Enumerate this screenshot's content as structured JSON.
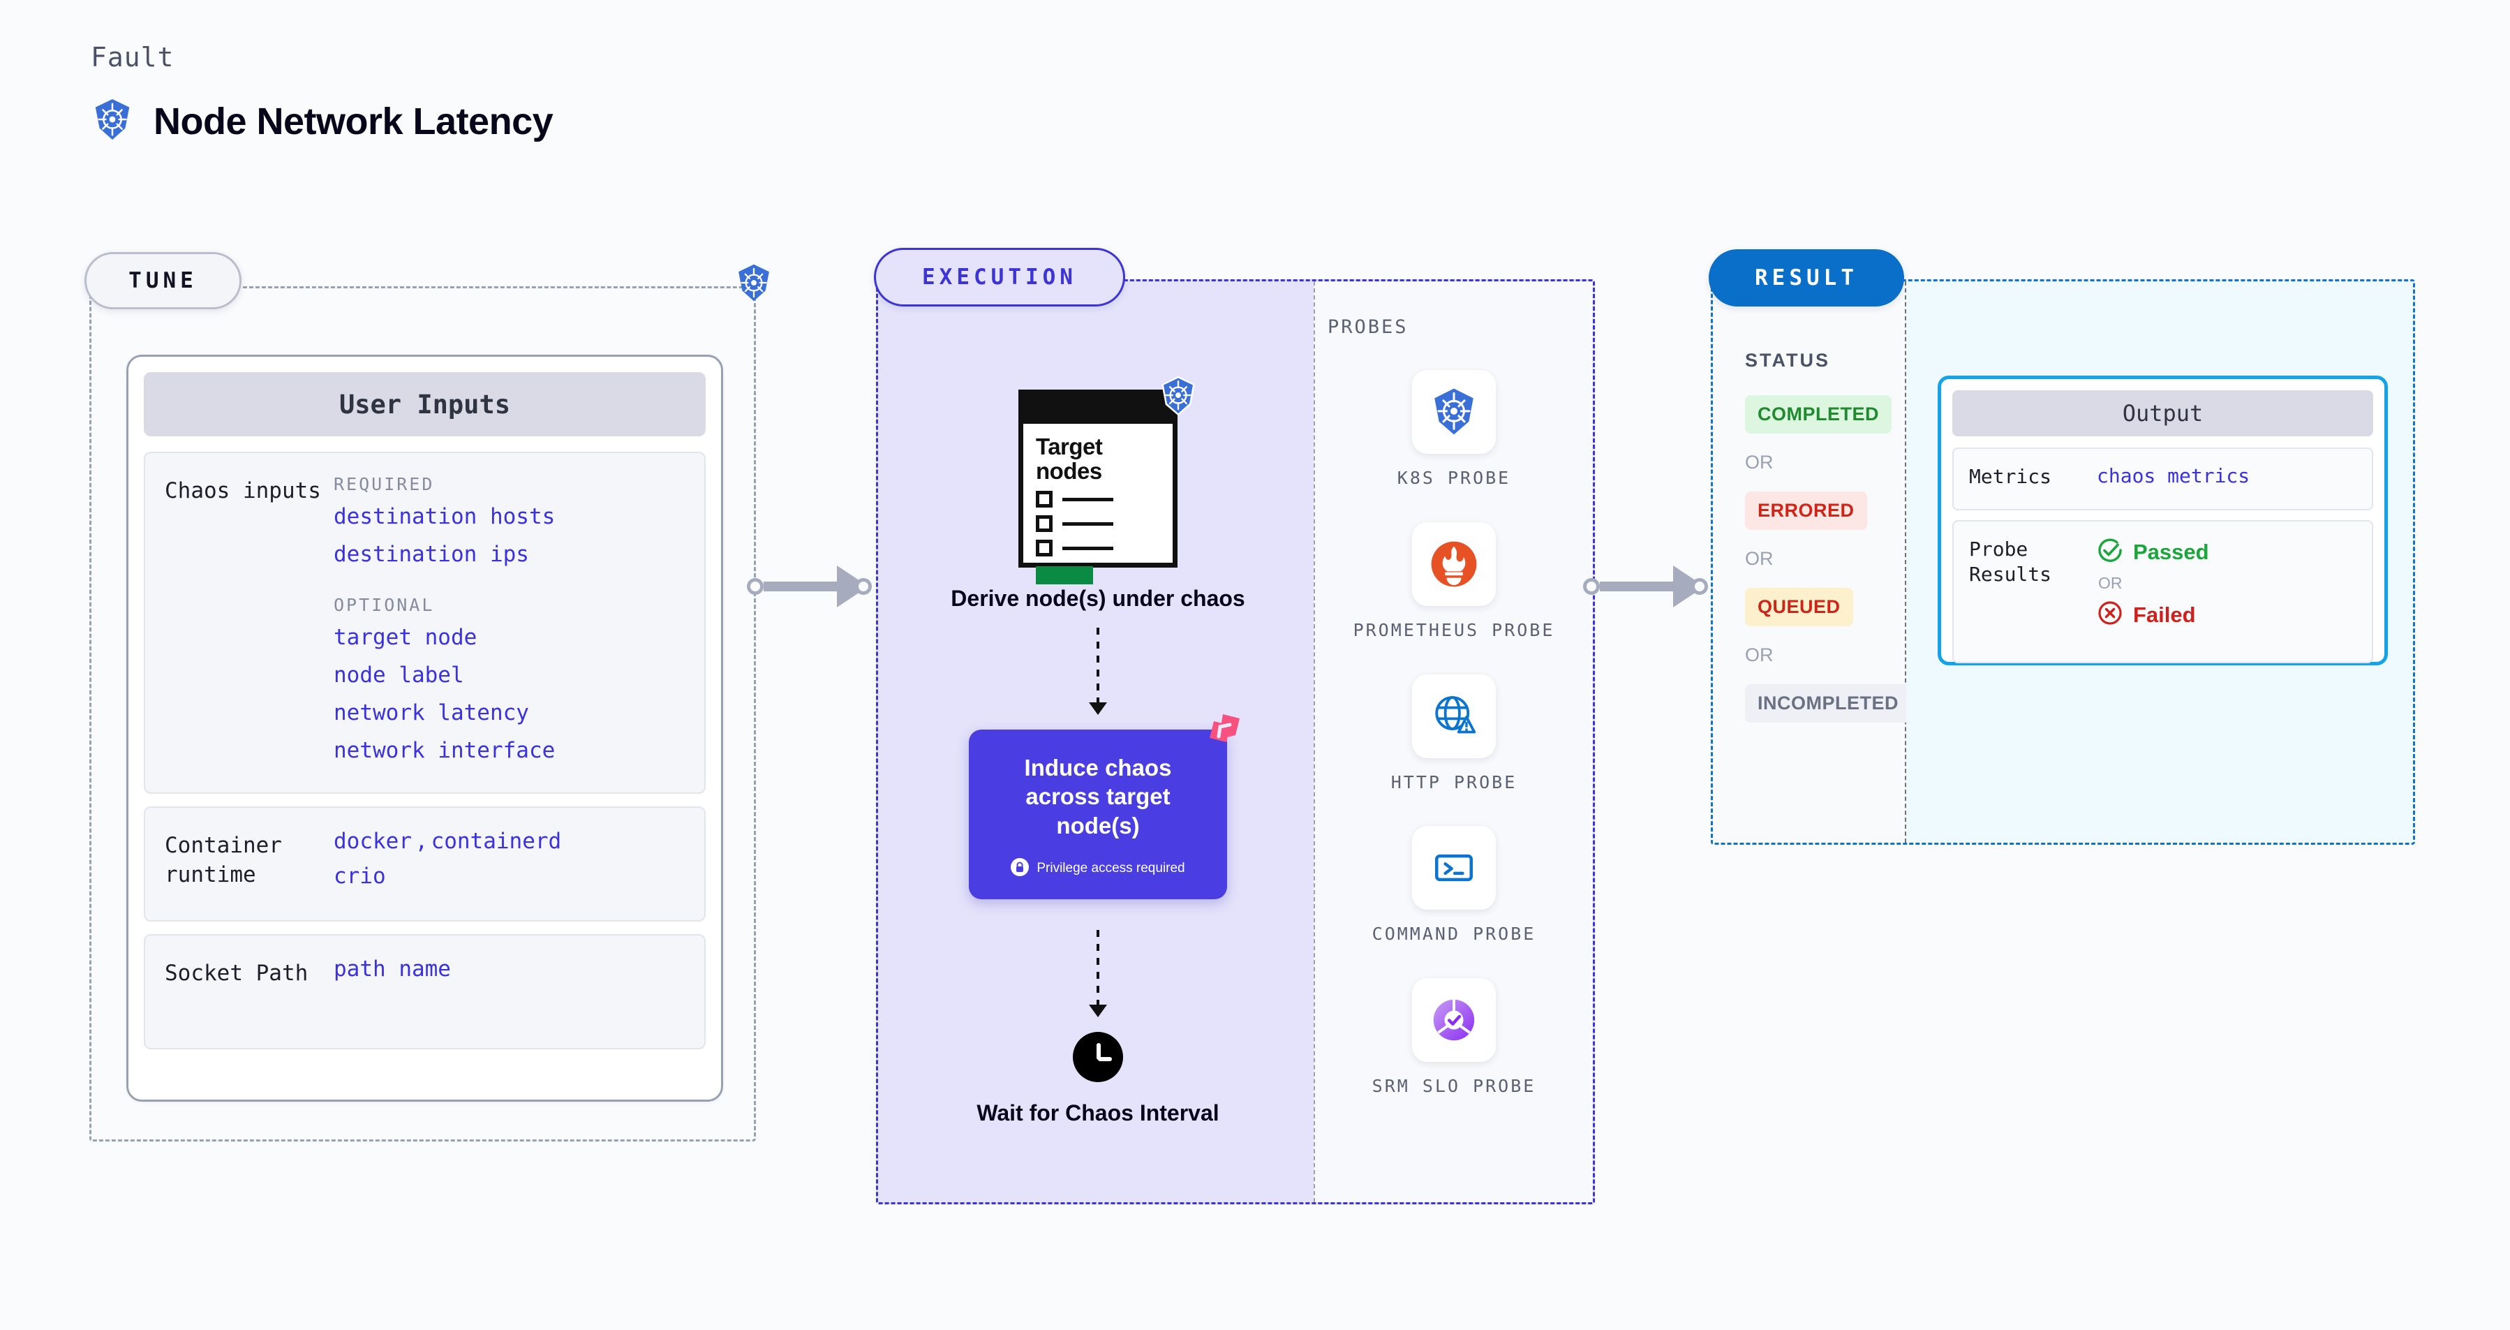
{
  "header": {
    "eyebrow": "Fault",
    "title": "Node Network Latency",
    "icon": "kubernetes-icon"
  },
  "tune": {
    "badge": "TUNE",
    "card_title": "User Inputs",
    "chaos_inputs": {
      "label": "Chaos inputs",
      "required_title": "REQUIRED",
      "required": [
        "destination hosts",
        "destination ips"
      ],
      "optional_title": "OPTIONAL",
      "optional": [
        "target node",
        "node label",
        "network latency",
        "network interface"
      ]
    },
    "container_runtime": {
      "label": "Container runtime",
      "values": [
        "docker",
        "containerd",
        "crio"
      ],
      "separator": ","
    },
    "socket_path": {
      "label": "Socket Path",
      "value": "path name"
    }
  },
  "execution": {
    "badge": "EXECUTION",
    "steps": [
      {
        "name": "derive",
        "doc_title": "Target nodes",
        "caption": "Derive node(s) under chaos"
      },
      {
        "name": "chaos",
        "title": "Induce chaos across target node(s)",
        "note": "Privilege access required"
      },
      {
        "name": "wait",
        "caption": "Wait for Chaos Interval"
      }
    ],
    "probes_title": "PROBES",
    "probes": [
      {
        "label": "K8S PROBE",
        "icon": "kubernetes-icon"
      },
      {
        "label": "PROMETHEUS PROBE",
        "icon": "prometheus-icon"
      },
      {
        "label": "HTTP PROBE",
        "icon": "http-globe-icon"
      },
      {
        "label": "COMMAND PROBE",
        "icon": "terminal-icon"
      },
      {
        "label": "SRM SLO PROBE",
        "icon": "srm-slo-icon"
      }
    ]
  },
  "result": {
    "badge": "RESULT",
    "status_title": "STATUS",
    "or_label": "OR",
    "statuses": [
      {
        "label": "COMPLETED",
        "bg": "#ddf6e0",
        "fg": "#1f8a2e"
      },
      {
        "label": "ERRORED",
        "bg": "#fde7e5",
        "fg": "#cf2418"
      },
      {
        "label": "QUEUED",
        "bg": "#fdf0cd",
        "fg": "#cf2418"
      },
      {
        "label": "INCOMPLETED",
        "bg": "#eff0f5",
        "fg": "#6a7183"
      }
    ],
    "output": {
      "title": "Output",
      "metrics_label": "Metrics",
      "metrics_value": "chaos metrics",
      "probe_results_label": "Probe Results",
      "passed_label": "Passed",
      "failed_label": "Failed",
      "or_label": "OR"
    }
  },
  "colors": {
    "kubernetes_blue": "#3a6fd8",
    "chaos_purple": "#4a3ee3",
    "execution_bg": "#e4e3fb",
    "result_blue": "#0a6fc9",
    "output_border": "#14a3e8",
    "harness_pink": "#f7527f",
    "passed_green": "#1aa63a",
    "failed_red": "#d0201b",
    "value_indigo": "#3a31e0"
  }
}
